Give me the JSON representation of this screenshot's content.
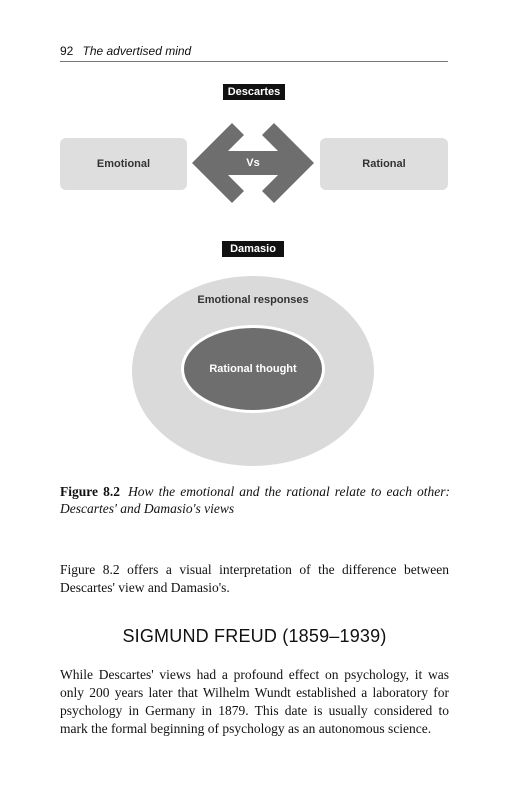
{
  "running_head": {
    "page_number": "92",
    "book_title": "The advertised mind"
  },
  "figure": {
    "descartes_label": "Descartes",
    "left_box": "Emotional",
    "arrow_label": "Vs",
    "right_box": "Rational",
    "damasio_label": "Damasio",
    "outer_label": "Emotional responses",
    "inner_label": "Rational thought"
  },
  "caption": {
    "number": "Figure 8.2",
    "text": "How the emotional and the rational relate to each other: Descartes' and Damasio's views"
  },
  "body": {
    "paragraph_1": "Figure 8.2 offers a visual interpretation of the difference between Descartes' view and Damasio's.",
    "heading": "SIGMUND FREUD (1859–1939)",
    "paragraph_2": "While Descartes' views had a profound effect on psychology, it was only 200 years later that Wilhelm Wundt established a laboratory for psychology in Germany in 1879. This date is usually considered to mark the formal beginning of psychology as an autonomous science."
  }
}
